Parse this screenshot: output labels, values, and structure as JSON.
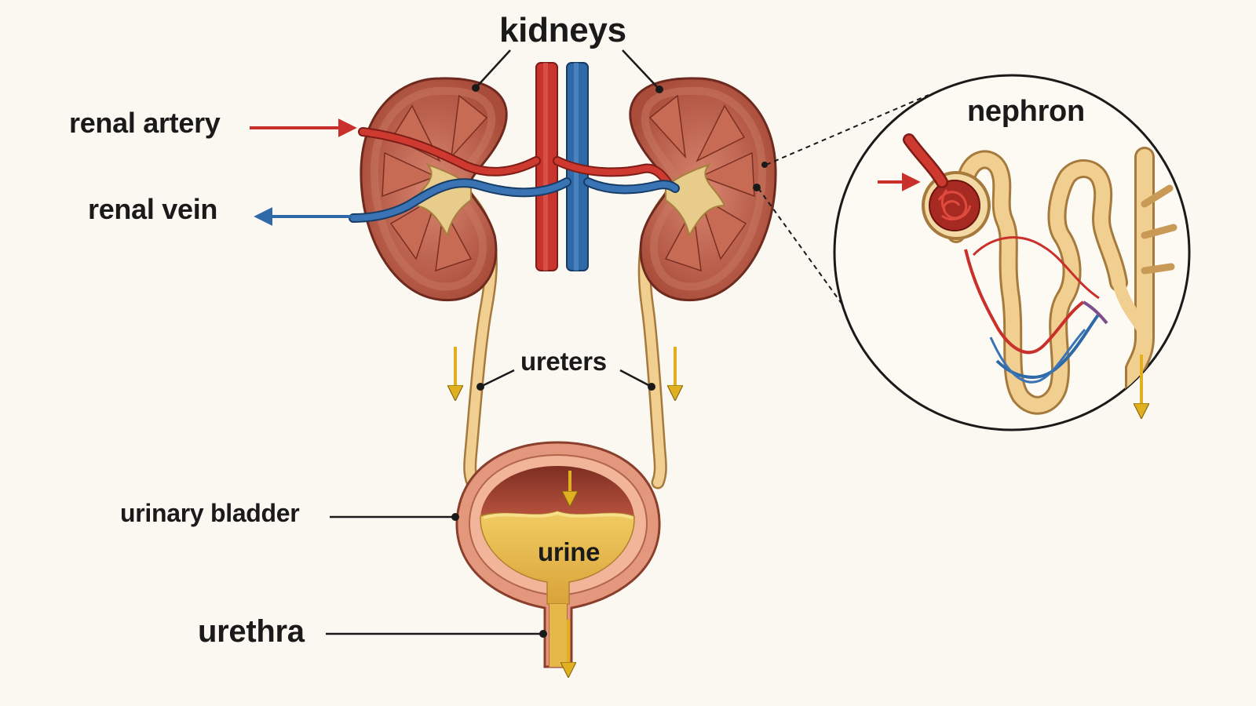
{
  "labels": {
    "kidneys": "kidneys",
    "renal_artery": "renal artery",
    "renal_vein": "renal vein",
    "ureters": "ureters",
    "urinary_bladder": "urinary bladder",
    "urine": "urine",
    "urethra": "urethra",
    "nephron": "nephron"
  },
  "colors": {
    "background": "#fbf8f2",
    "artery": "#c9302c",
    "vein": "#2f6aa8",
    "kidney_tissue": "#b65a48",
    "renal_pelvis": "#e8cc8c",
    "ureter": "#f0cf90",
    "urine": "#e6b84a",
    "flow_arrow": "#e0b020"
  },
  "icons": [
    "flow-arrow-icon",
    "leader-dot-icon"
  ]
}
